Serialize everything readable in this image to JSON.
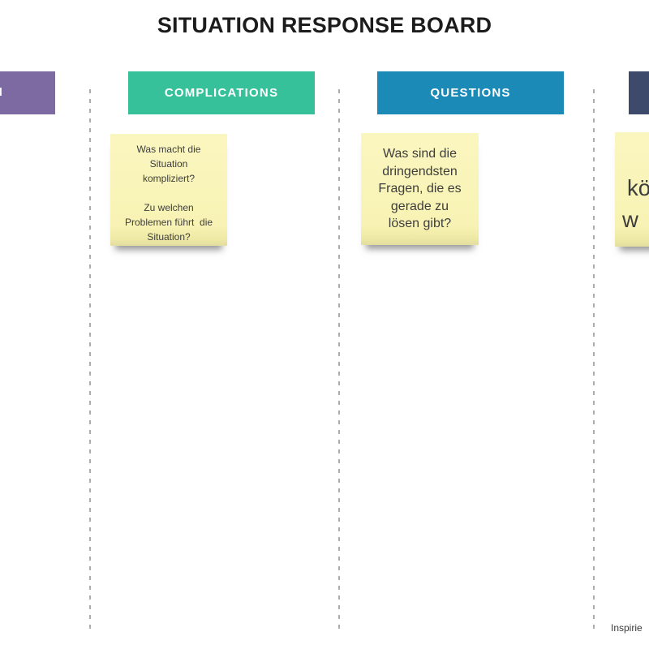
{
  "title": "SITUATION RESPONSE BOARD",
  "board": {
    "columns": [
      {
        "key": "situation",
        "header": {
          "label_fragment": "N",
          "color": "#7e6aa3"
        },
        "notes": []
      },
      {
        "key": "complications",
        "header": {
          "label": "COMPLICATIONS",
          "color": "#36c19b"
        },
        "notes": [
          {
            "color": "#f9f5ba",
            "text": "Was macht die\nSituation\nkompliziert?\n\nZu welchen\nProblemen führt  die\nSituation?"
          }
        ]
      },
      {
        "key": "questions",
        "header": {
          "label": "QUESTIONS",
          "color": "#1b8ab7"
        },
        "notes": [
          {
            "color": "#f9f5ba",
            "text": "Was sind die\ndringendsten\nFragen, die es\ngerade zu\nlösen gibt?"
          }
        ]
      },
      {
        "key": "offscreen-right",
        "header": {
          "label": "",
          "color": "#3d4a6b"
        },
        "notes": [
          {
            "color": "#f9f5ba",
            "fragments": [
              "kö",
              "w"
            ]
          }
        ]
      }
    ]
  },
  "dividers": {
    "color": "#adadad",
    "style": "dashed-vertical"
  },
  "footer": {
    "credit_fragment": "Inspirie"
  }
}
